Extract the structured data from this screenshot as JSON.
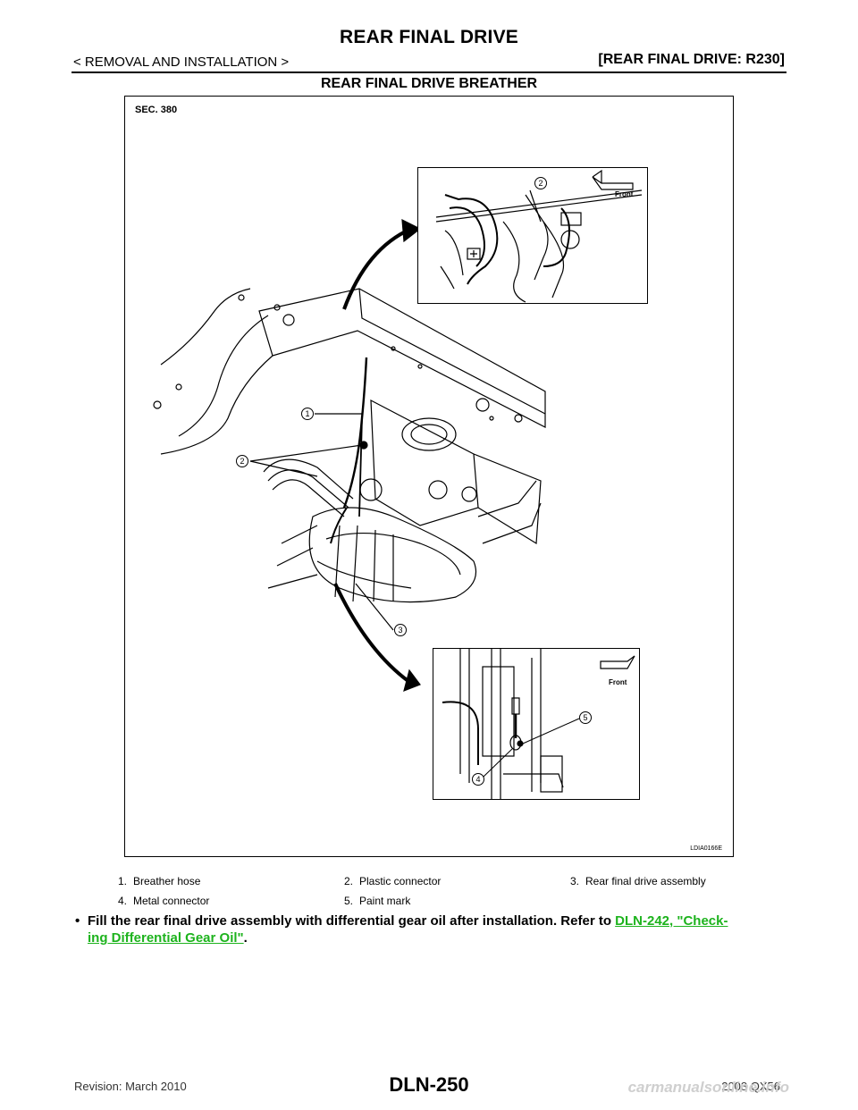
{
  "header": {
    "title": "REAR FINAL DRIVE",
    "breadcrumb": "< REMOVAL AND INSTALLATION >",
    "section_code": "[REAR FINAL DRIVE: R230]"
  },
  "section_title": "REAR FINAL DRIVE BREATHER",
  "figure": {
    "sec_label": "SEC. 380",
    "figure_id": "LDIA0166E",
    "front_label_top": "Front",
    "front_label_bottom": "Front",
    "callouts": [
      "1",
      "2",
      "2",
      "3",
      "4",
      "5"
    ]
  },
  "legend": [
    {
      "num": "1.",
      "text": "Breather hose"
    },
    {
      "num": "2.",
      "text": "Plastic connector"
    },
    {
      "num": "3.",
      "text": "Rear final drive assembly"
    },
    {
      "num": "4.",
      "text": "Metal connector"
    },
    {
      "num": "5.",
      "text": "Paint mark"
    }
  ],
  "instruction": {
    "bullet": "•",
    "text_before": "Fill the rear final drive assembly with differential gear oil after installation. Refer to ",
    "link_line1": "DLN-242, \"Check-",
    "link_line2": "ing Differential Gear Oil\"",
    "text_after": "."
  },
  "footer": {
    "revision": "Revision: March 2010",
    "page_number": "DLN-250",
    "model": "2008 QX56",
    "watermark": "carmanualsonline.info"
  }
}
